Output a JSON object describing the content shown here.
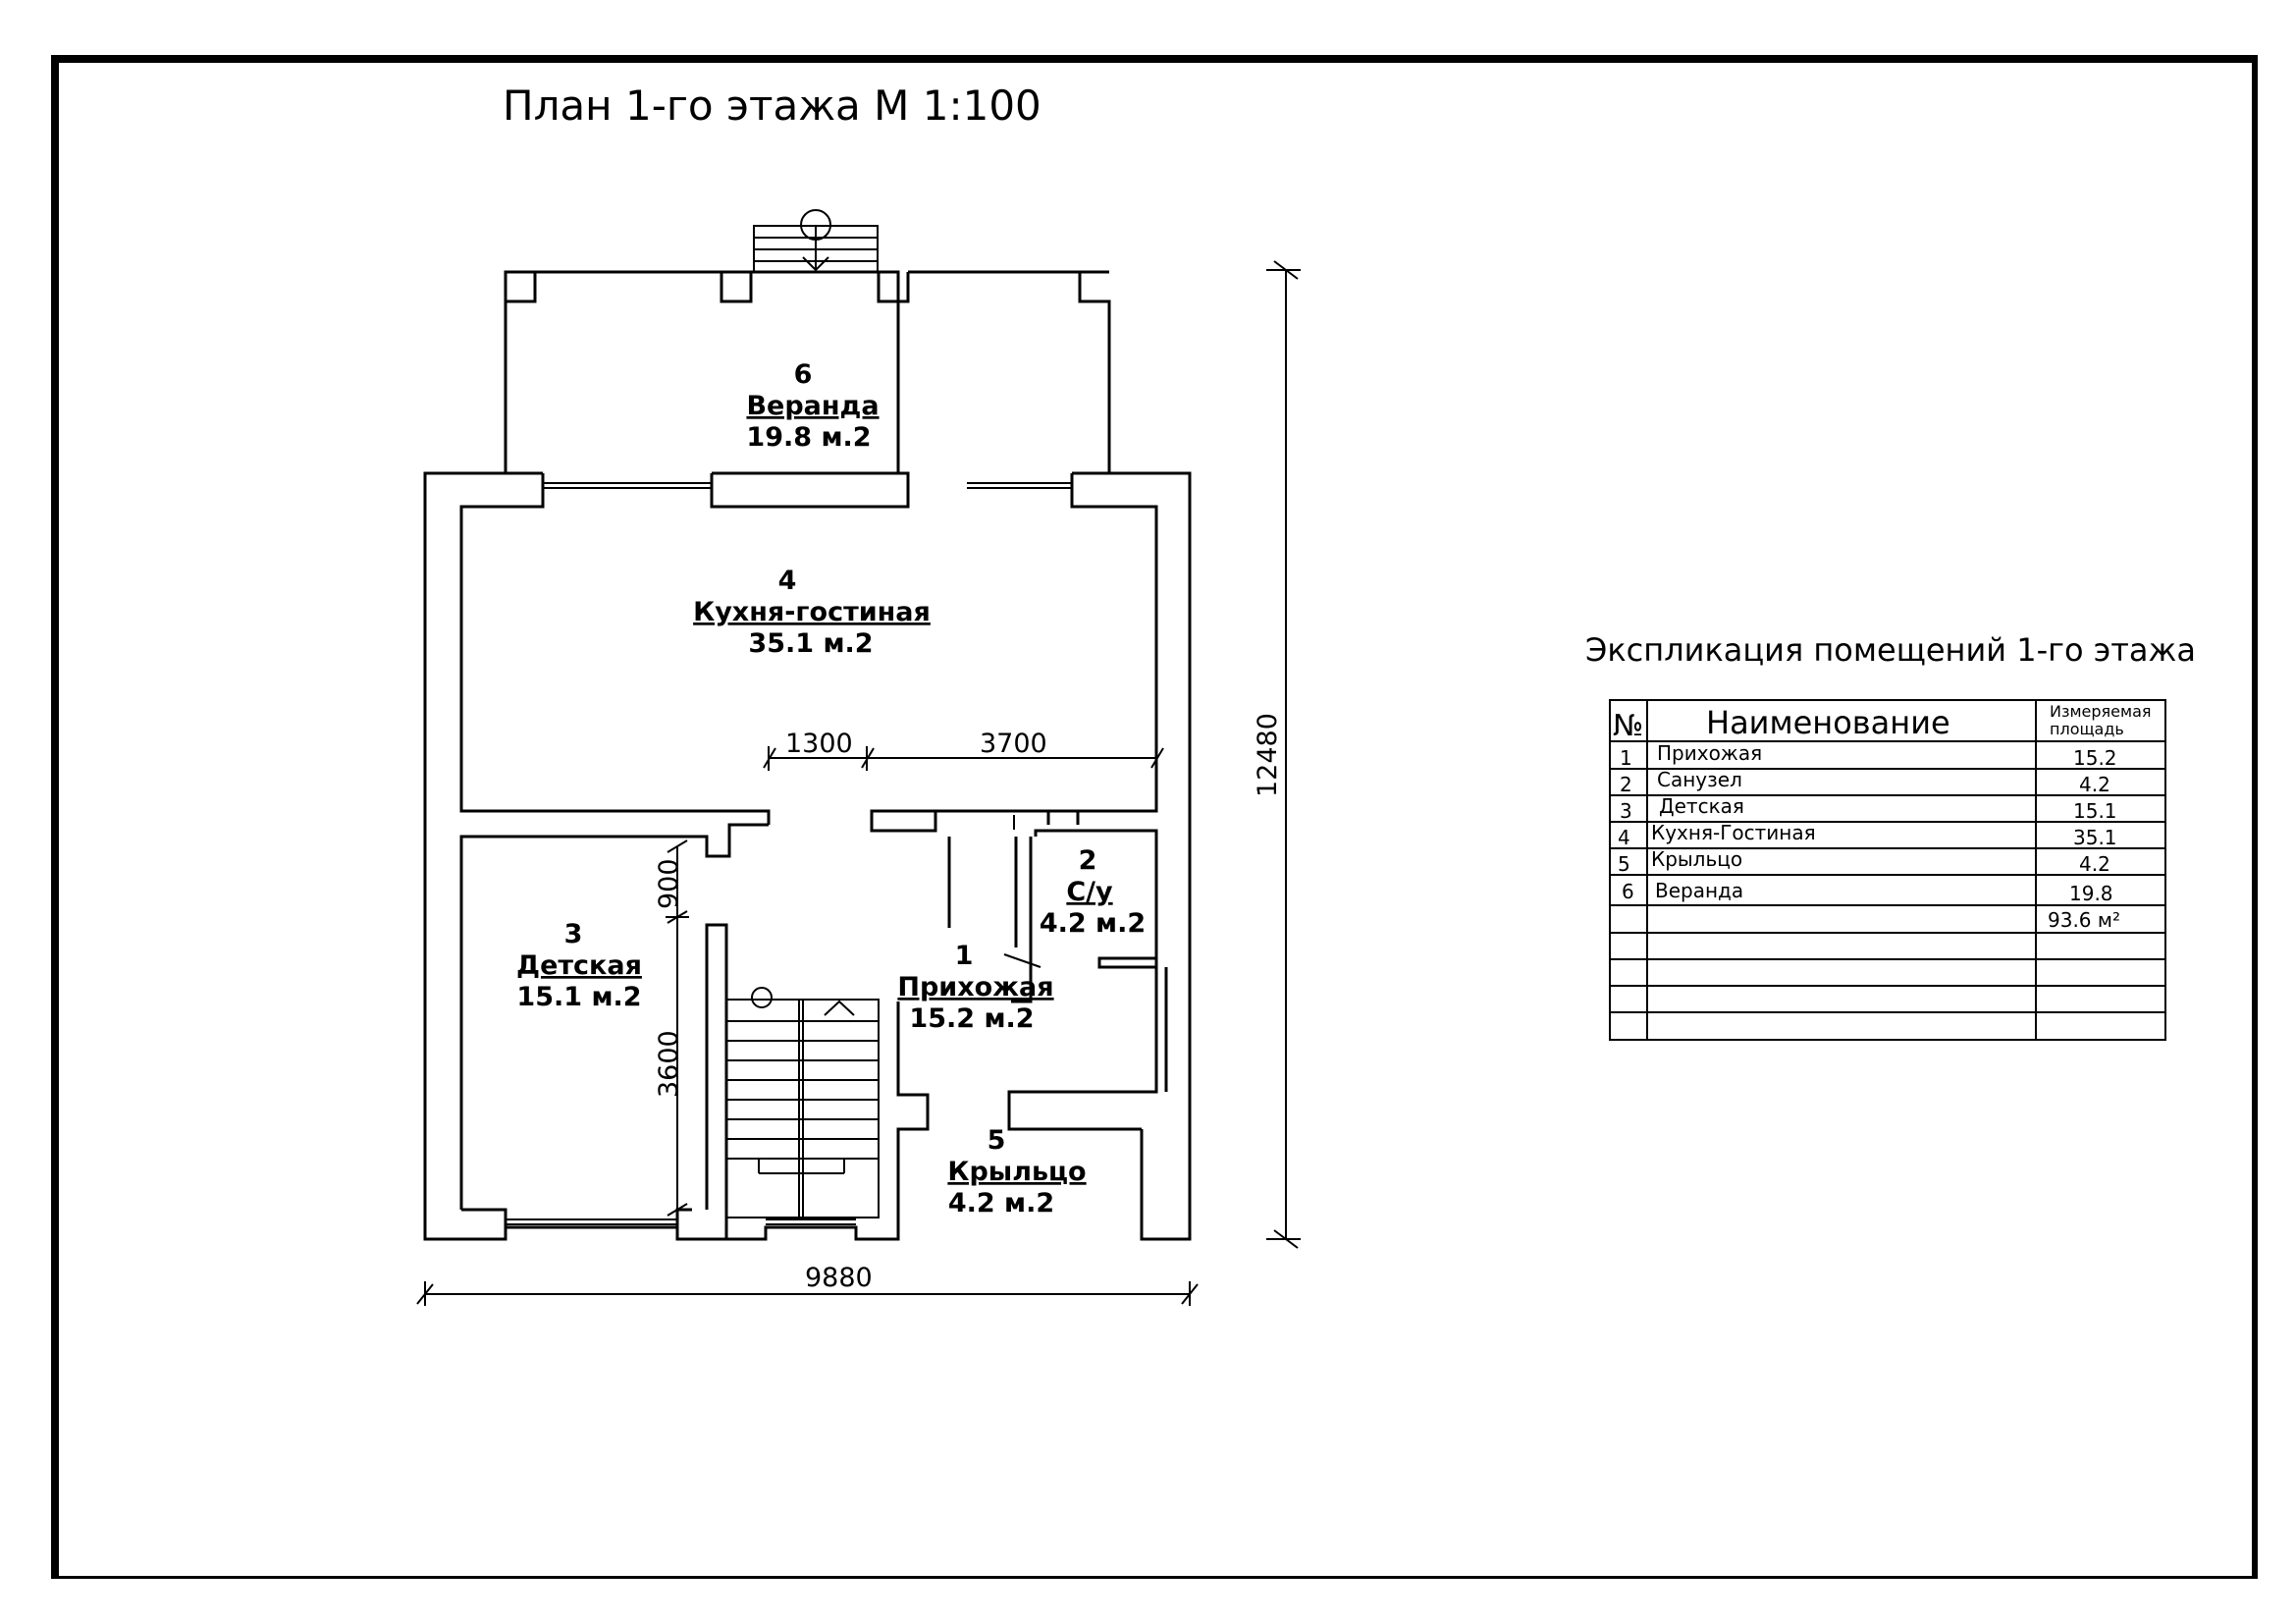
{
  "plan_title": "План 1-го этажа М 1:100",
  "rooms": [
    {
      "num": "1",
      "name": "Прихожая",
      "area": "15.2 м.2"
    },
    {
      "num": "2",
      "name": "С/у",
      "area": "4.2 м.2"
    },
    {
      "num": "3",
      "name": "Детская",
      "area": "15.1 м.2"
    },
    {
      "num": "4",
      "name": "Кухня-гостиная",
      "area": "35.1 м.2"
    },
    {
      "num": "5",
      "name": "Крыльцо",
      "area": "4.2 м.2"
    },
    {
      "num": "6",
      "name": "Веранда",
      "area": "19.8 м.2"
    }
  ],
  "dimensions": {
    "width_total": "9880",
    "height_total": "12480",
    "d1300": "1300",
    "d3700": "3700",
    "d900": "900",
    "d3600": "3600"
  },
  "explication": {
    "title": "Экспликация помещений 1-го этажа",
    "headers": {
      "num": "№",
      "name": "Наименование",
      "area_line1": "Измеряемая",
      "area_line2": "площадь"
    },
    "rows": [
      {
        "num": "1",
        "name": "Прихожая",
        "area": "15.2"
      },
      {
        "num": "2",
        "name": "Санузел",
        "area": "4.2"
      },
      {
        "num": "3",
        "name": "Детская",
        "area": "15.1"
      },
      {
        "num": "4",
        "name": "Кухня-Гостиная",
        "area": "35.1"
      },
      {
        "num": "5",
        "name": "Крыльцо",
        "area": "4.2"
      },
      {
        "num": "6",
        "name": "Веранда",
        "area": "19.8"
      }
    ],
    "total": "93.6 м²"
  }
}
